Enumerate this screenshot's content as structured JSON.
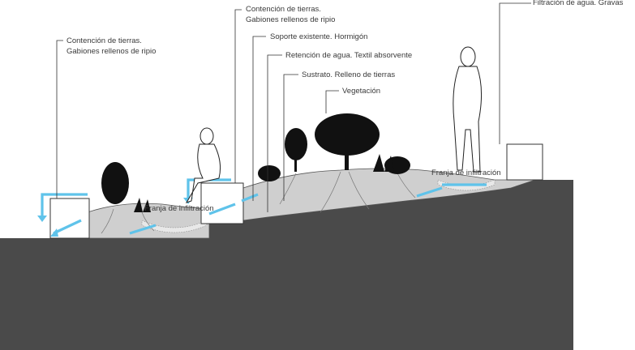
{
  "labels": {
    "gabion_left_1": "Contención de tierras.",
    "gabion_left_2": "Gabiones rellenos de ripio",
    "gabion_mid_1": "Contención de tierras.",
    "gabion_mid_2": "Gabiones rellenos de ripio",
    "support": "Soporte existente. Hormigón",
    "retention": "Retención de agua. Textil absorvente",
    "substrate": "Sustrato. Relleno de tierras",
    "vegetation": "Vegetación",
    "filtration": "Filtración de agua. Gravas",
    "infiltration_left": "Franja de infiltración",
    "infiltration_right": "Franja de infiltración"
  },
  "colors": {
    "water_arrow": "#5fc3ea",
    "ground": "#4a4a4a",
    "substrate": "#cfcfcf"
  },
  "icons": [
    "standing-person-icon",
    "seated-person-icon",
    "shrub-icon",
    "tree-icon",
    "palm-icon",
    "grass-tuft-icon",
    "water-flow-arrow-icon"
  ]
}
